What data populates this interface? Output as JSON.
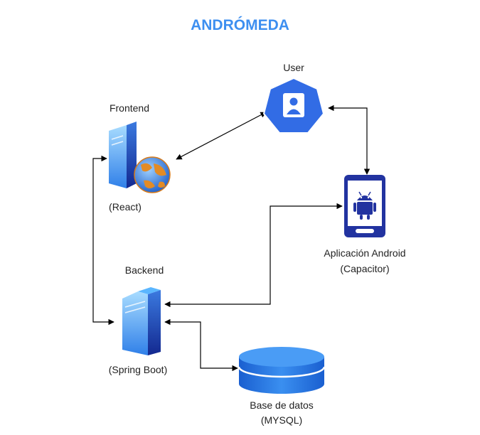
{
  "title": "ANDRÓMEDA",
  "colors": {
    "title": "#3d8ff0",
    "server_light": "#8fd2ff",
    "server_dark": "#1a3fae",
    "user_hex": "#326ce5",
    "phone": "#2233a0",
    "android": "#2233a0",
    "database": "#1f6fd6",
    "line": "#000000"
  },
  "nodes": {
    "user": {
      "label": "User",
      "icon": "user-icon"
    },
    "frontend": {
      "label": "Frontend",
      "sublabel": "(React)",
      "icon": "web-server-icon"
    },
    "backend": {
      "label": "Backend",
      "sublabel": "(Spring Boot)",
      "icon": "server-icon"
    },
    "android_app": {
      "label": "Aplicación Android",
      "sublabel": "(Capacitor)",
      "icon": "android-phone-icon"
    },
    "database": {
      "label": "Base de datos",
      "sublabel": "(MYSQL)",
      "icon": "database-icon"
    }
  },
  "edges": [
    {
      "from": "user",
      "to": "frontend",
      "bidirectional": true
    },
    {
      "from": "user",
      "to": "android_app",
      "bidirectional": true
    },
    {
      "from": "frontend",
      "to": "backend",
      "bidirectional": true
    },
    {
      "from": "android_app",
      "to": "backend",
      "bidirectional": true
    },
    {
      "from": "backend",
      "to": "database",
      "bidirectional": true
    }
  ]
}
